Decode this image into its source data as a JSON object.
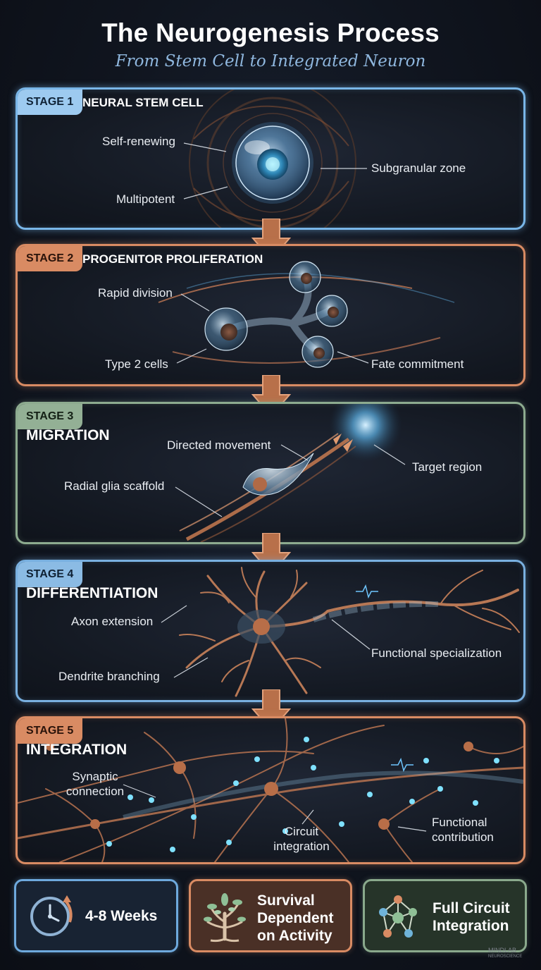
{
  "header": {
    "title": "The Neurogenesis Process",
    "subtitle": "From Stem Cell to Integrated Neuron"
  },
  "stages": [
    {
      "badge": "STAGE 1",
      "name": "NEURAL STEM CELL",
      "labels": [
        "Self-renewing",
        "Multipotent",
        "Subgranular zone"
      ],
      "color": "#79b6e8"
    },
    {
      "badge": "STAGE 2",
      "name": "PROGENITOR PROLIFERATION",
      "labels": [
        "Rapid division",
        "Type 2 cells",
        "Fate commitment"
      ],
      "color": "#d98b63"
    },
    {
      "badge": "STAGE 3",
      "name": "MIGRATION",
      "labels": [
        "Directed movement",
        "Target region",
        "Radial glia scaffold"
      ],
      "color": "#8dab8f"
    },
    {
      "badge": "STAGE 4",
      "name": "DIFFERENTIATION",
      "labels": [
        "Axon extension",
        "Functional specialization",
        "Dendrite branching"
      ],
      "color": "#79b0e0"
    },
    {
      "badge": "STAGE 5",
      "name": "INTEGRATION",
      "labels": [
        "Synaptic connection",
        "Functional contribution",
        "Circuit integration"
      ],
      "color": "#d98b63"
    }
  ],
  "summary": [
    {
      "icon": "clock-icon",
      "text": "4-8 Weeks"
    },
    {
      "icon": "tree-icon",
      "text": "Survival Dependent on Activity"
    },
    {
      "icon": "network-icon",
      "text": "Full Circuit Integration"
    }
  ],
  "logo": {
    "line1": "MINDLAB",
    "line2": "NEUROSCIENCE"
  }
}
